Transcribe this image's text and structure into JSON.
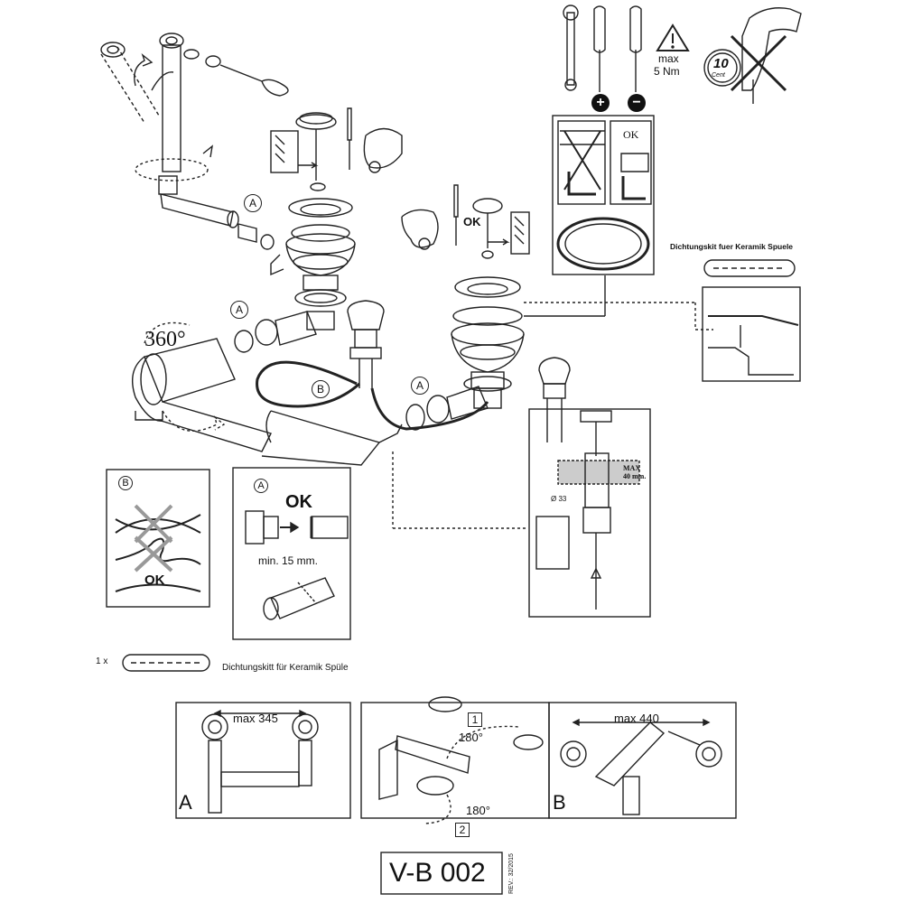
{
  "tools": {
    "warning_line1": "max",
    "warning_line2": "5 Nm",
    "coin_text": "10",
    "coin_sub": "Cent",
    "plus_symbol": "+",
    "minus_symbol": "−"
  },
  "labels": {
    "ok_top": "OK",
    "ok_mid": "OK",
    "angle_360": "360°",
    "callout_a1": "A",
    "callout_a2": "A",
    "callout_a3": "A",
    "callout_b": "B",
    "ceramic_kit_title": "Dichtungskit fuer Keramik Spuele",
    "max_depth": "MAX 40 mm.",
    "hole_diameter": "Ø 33"
  },
  "panel_b": {
    "callout": "B",
    "ok": "OK"
  },
  "panel_a": {
    "callout": "A",
    "ok": "OK",
    "min_length": "min. 15 mm."
  },
  "parts_note": {
    "qty": "1 x",
    "text": "Dichtungskitt für Keramik Spüle"
  },
  "variants": {
    "a_dim": "max 345",
    "a_letter": "A",
    "rot_step1": "1",
    "rot_step2": "2",
    "rot_angle1": "180°",
    "rot_angle2": "180°",
    "b_dim": "max 440",
    "b_letter": "B"
  },
  "footer": {
    "code": "V-B 002",
    "rev": "REV.: 32/2015"
  }
}
